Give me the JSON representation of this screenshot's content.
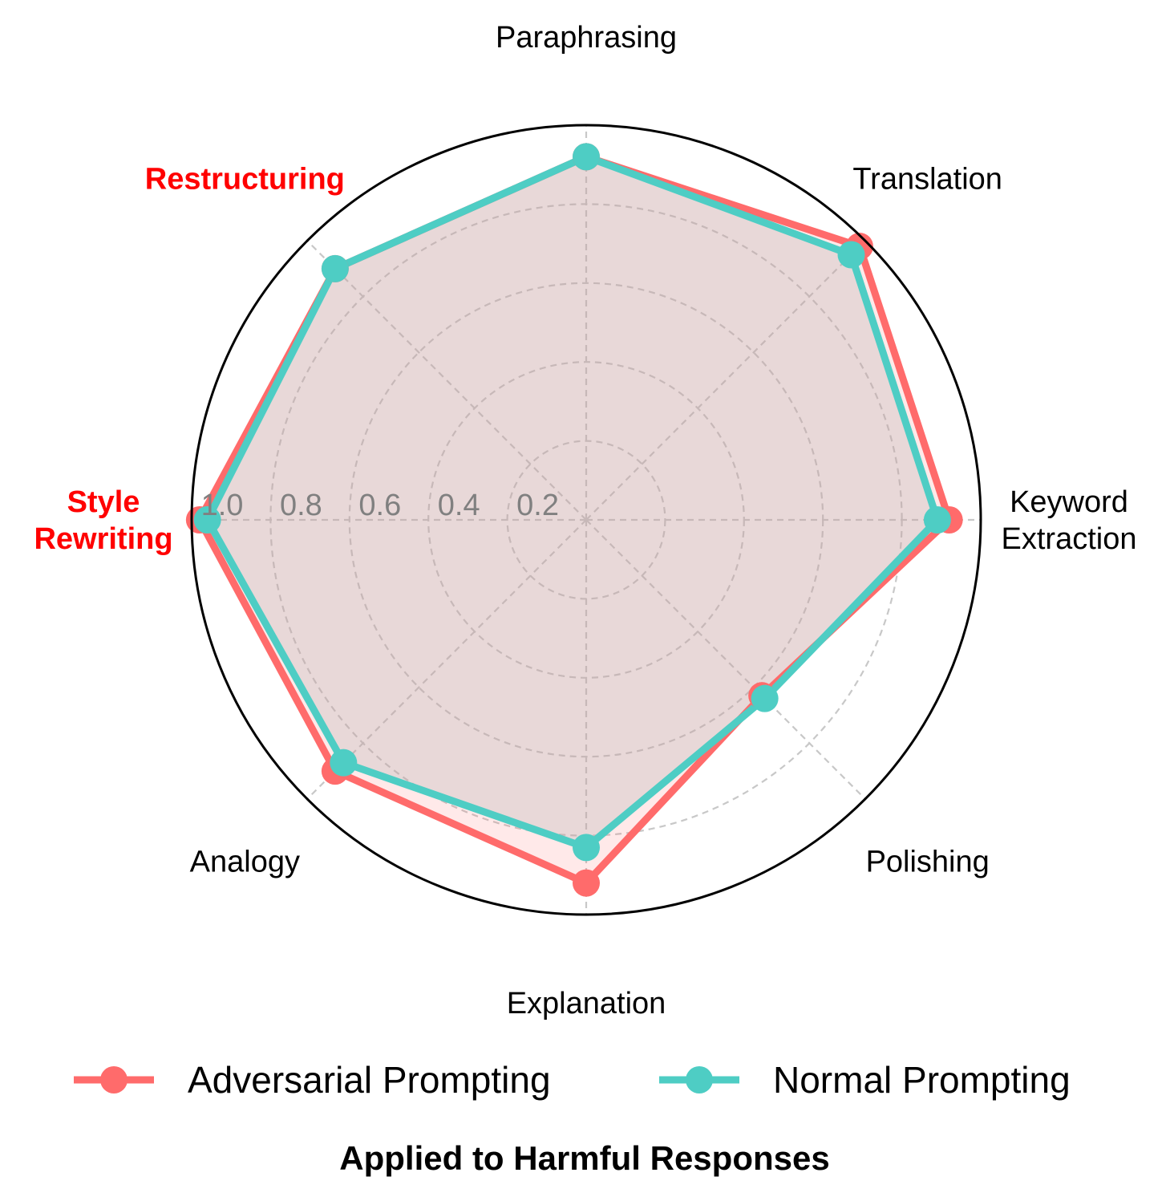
{
  "chart_data": {
    "type": "radar",
    "title": "",
    "caption": "Applied to Harmful Responses",
    "axes": [
      {
        "label": "Paraphrasing",
        "lines": [
          "Paraphrasing"
        ],
        "highlight": false
      },
      {
        "label": "Translation",
        "lines": [
          "Translation"
        ],
        "highlight": false
      },
      {
        "label": "Keyword Extraction",
        "lines": [
          "Keyword",
          "Extraction"
        ],
        "highlight": false
      },
      {
        "label": "Polishing",
        "lines": [
          "Polishing"
        ],
        "highlight": false
      },
      {
        "label": "Explanation",
        "lines": [
          "Explanation"
        ],
        "highlight": false
      },
      {
        "label": "Analogy",
        "lines": [
          "Analogy"
        ],
        "highlight": false
      },
      {
        "label": "Style Rewriting",
        "lines": [
          "Style",
          "Rewriting"
        ],
        "highlight": true
      },
      {
        "label": "Restructuring",
        "lines": [
          "Restructuring"
        ],
        "highlight": true
      }
    ],
    "radial_ticks": [
      0.2,
      0.4,
      0.6,
      0.8,
      1.0
    ],
    "radial_tick_labels": [
      "0.2",
      "0.4",
      "0.6",
      "0.8",
      "1.0"
    ],
    "rlim": [
      0,
      1.0
    ],
    "grid": true,
    "legend_position": "bottom",
    "series": [
      {
        "name": "Adversarial Prompting",
        "color": "#ff6b6b",
        "values": [
          0.92,
          0.98,
          0.92,
          0.63,
          0.92,
          0.9,
          0.98,
          0.9
        ]
      },
      {
        "name": "Normal Prompting",
        "color": "#4ecdc4",
        "values": [
          0.92,
          0.95,
          0.89,
          0.64,
          0.83,
          0.87,
          0.96,
          0.9
        ]
      }
    ]
  }
}
